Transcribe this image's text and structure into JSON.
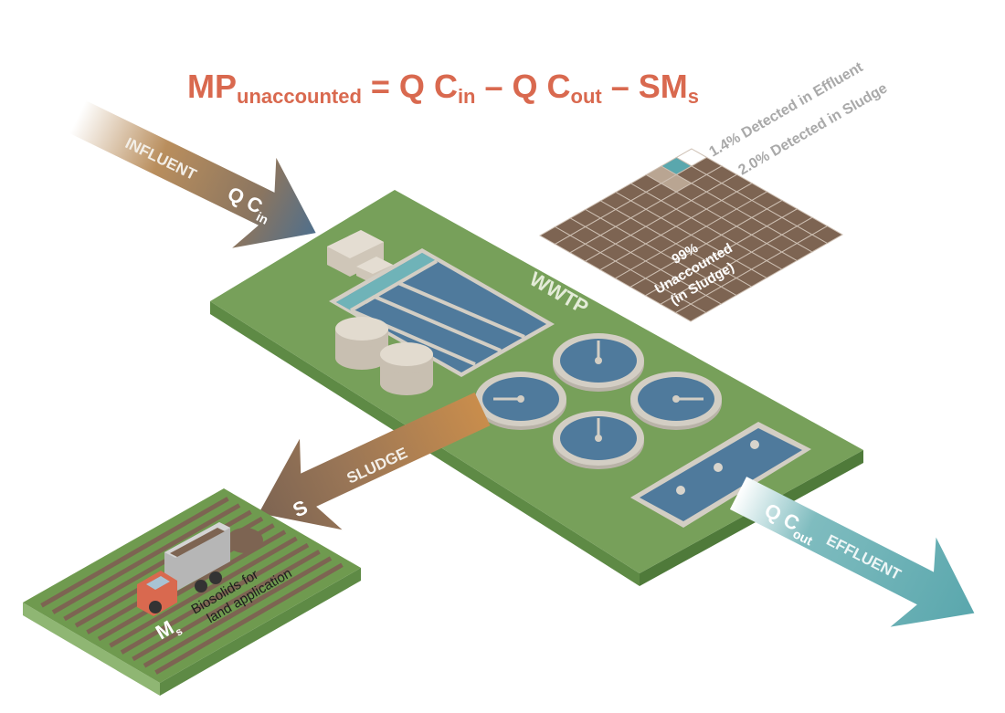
{
  "equation": {
    "mp": "MP",
    "mp_sub": "unaccounted",
    "eq": " = Q C",
    "cin_sub": "in",
    "minus1": " – Q C",
    "cout_sub": "out",
    "minus2": " – SM",
    "s_sub": "s",
    "color": "#d9694f"
  },
  "influent": {
    "label": "INFLUENT",
    "q": "Q C",
    "sub": "in"
  },
  "plant": {
    "label": "WWTP"
  },
  "sludge": {
    "label": "SLUDGE",
    "symbol": "S"
  },
  "effluent": {
    "label": "EFFLUENT",
    "q": "Q C",
    "sub": "out"
  },
  "field": {
    "m": "M",
    "m_sub": "s",
    "line1": "Biosolids for",
    "line2": "land application"
  },
  "breakdown": {
    "center_line1": "99%",
    "center_line2": "Unaccounted",
    "center_line3": "(in Sludge)",
    "effluent_label": "1.4% Detected in Effluent",
    "sludge_label": "2.0% Detected in Sludge",
    "colors": {
      "unaccounted": "#7d6452",
      "effluent": "#5aa7ad",
      "sludge": "#b9a592"
    }
  }
}
